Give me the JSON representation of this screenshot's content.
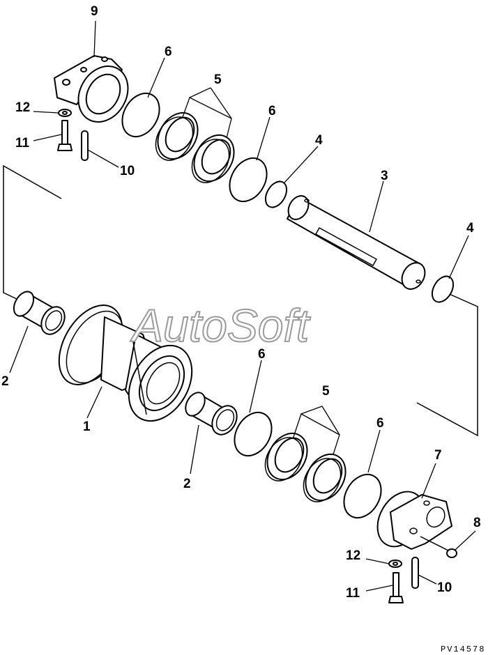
{
  "watermark": "AutoSoft",
  "drawing_code": "PV14578",
  "callouts": {
    "c1": "1",
    "c2a": "2",
    "c2b": "2",
    "c3": "3",
    "c4a": "4",
    "c4b": "4",
    "c5a": "5",
    "c5b": "5",
    "c6a": "6",
    "c6b": "6",
    "c6c": "6",
    "c6d": "6",
    "c7": "7",
    "c8": "8",
    "c9": "9",
    "c10a": "10",
    "c10b": "10",
    "c11a": "11",
    "c11b": "11",
    "c12a": "12",
    "c12b": "12"
  }
}
